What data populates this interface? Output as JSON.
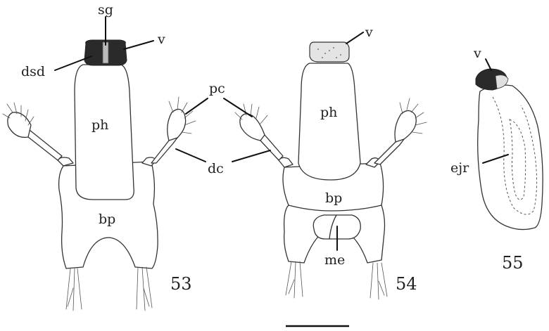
{
  "figure_numbers": {
    "f53": "53",
    "f54": "54",
    "f55": "55"
  },
  "labels": {
    "sg": "sg",
    "v": "v",
    "dsd": "dsd",
    "pc": "pc",
    "dc": "dc",
    "ph": "ph",
    "bp": "bp",
    "me": "me",
    "ejr": "ejr"
  },
  "colors": {
    "ink": "#333333",
    "dark_fill": "#2a2a2a",
    "light_fill": "#e4e4e4"
  }
}
